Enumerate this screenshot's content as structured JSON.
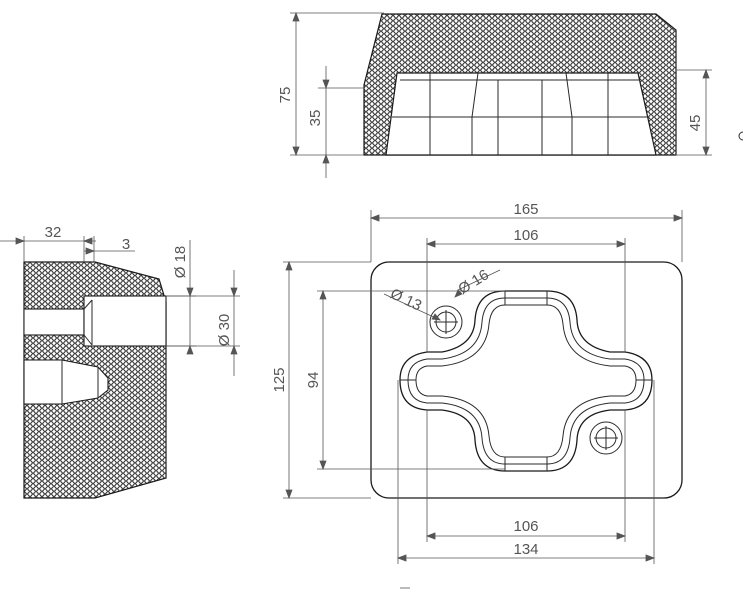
{
  "drawing": {
    "front_view": {
      "dim_total_height": "75",
      "dim_cutout_depth": "35",
      "dim_right_height": "45"
    },
    "side_view": {
      "dim_length": "32",
      "dim_step": "3",
      "dim_hole_small": "Ø 18",
      "dim_hole_large": "Ø 30"
    },
    "top_view": {
      "dim_width_total": "165",
      "dim_width_inner_top": "106",
      "dim_width_inner_bottom": "106",
      "dim_width_holes": "134",
      "dim_height_total": "125",
      "dim_height_inner": "94",
      "dim_hole_diameter": "Ø 13",
      "dim_counterbore_diameter": "Ø 16"
    }
  }
}
